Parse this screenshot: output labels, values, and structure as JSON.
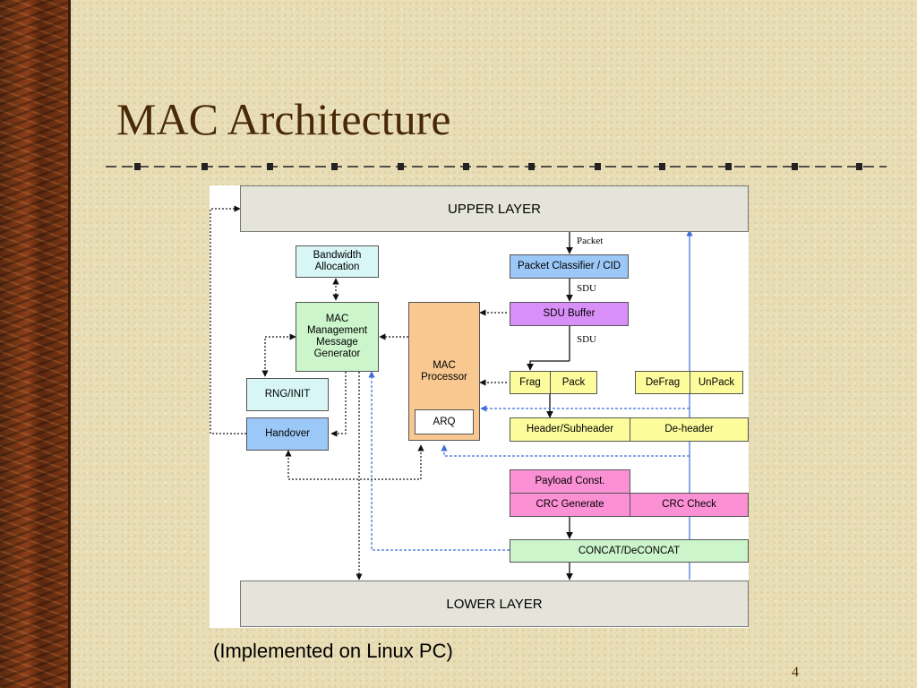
{
  "slide": {
    "title": "MAC Architecture",
    "caption": "(Implemented on Linux PC)",
    "page_number": "4"
  },
  "diagram": {
    "upper_layer": "UPPER LAYER",
    "lower_layer": "LOWER LAYER",
    "bandwidth_allocation": "Bandwidth Allocation",
    "mac_management": "MAC Management Message Generator",
    "rng_init": "RNG/INIT",
    "handover": "Handover",
    "mac_processor": "MAC Processor",
    "arq": "ARQ",
    "packet_classifier": "Packet Classifier / CID",
    "sdu_buffer": "SDU Buffer",
    "frag": "Frag",
    "pack": "Pack",
    "defrag": "DeFrag",
    "unpack": "UnPack",
    "header_subheader": "Header/Subheader",
    "de_header": "De-header",
    "payload_const": "Payload Const.",
    "crc_generate": "CRC Generate",
    "crc_check": "CRC Check",
    "concat": "CONCAT/DeCONCAT",
    "label_packet": "Packet",
    "label_sdu_1": "SDU",
    "label_sdu_2": "SDU"
  },
  "colors": {
    "bandwidth_allocation": "#d8f6f6",
    "mac_management": "#ccf5cc",
    "rng_init": "#d8f6f6",
    "handover": "#9cc8f8",
    "mac_processor": "#f8c890",
    "packet_classifier": "#9cc8f8",
    "sdu_buffer": "#d890f8",
    "frag_pack": "#fcfc9c",
    "header": "#fcfc9c",
    "payload_crc": "#fc90d4",
    "concat": "#ccf5cc",
    "feedback_arrow": "#3a6fd8"
  }
}
